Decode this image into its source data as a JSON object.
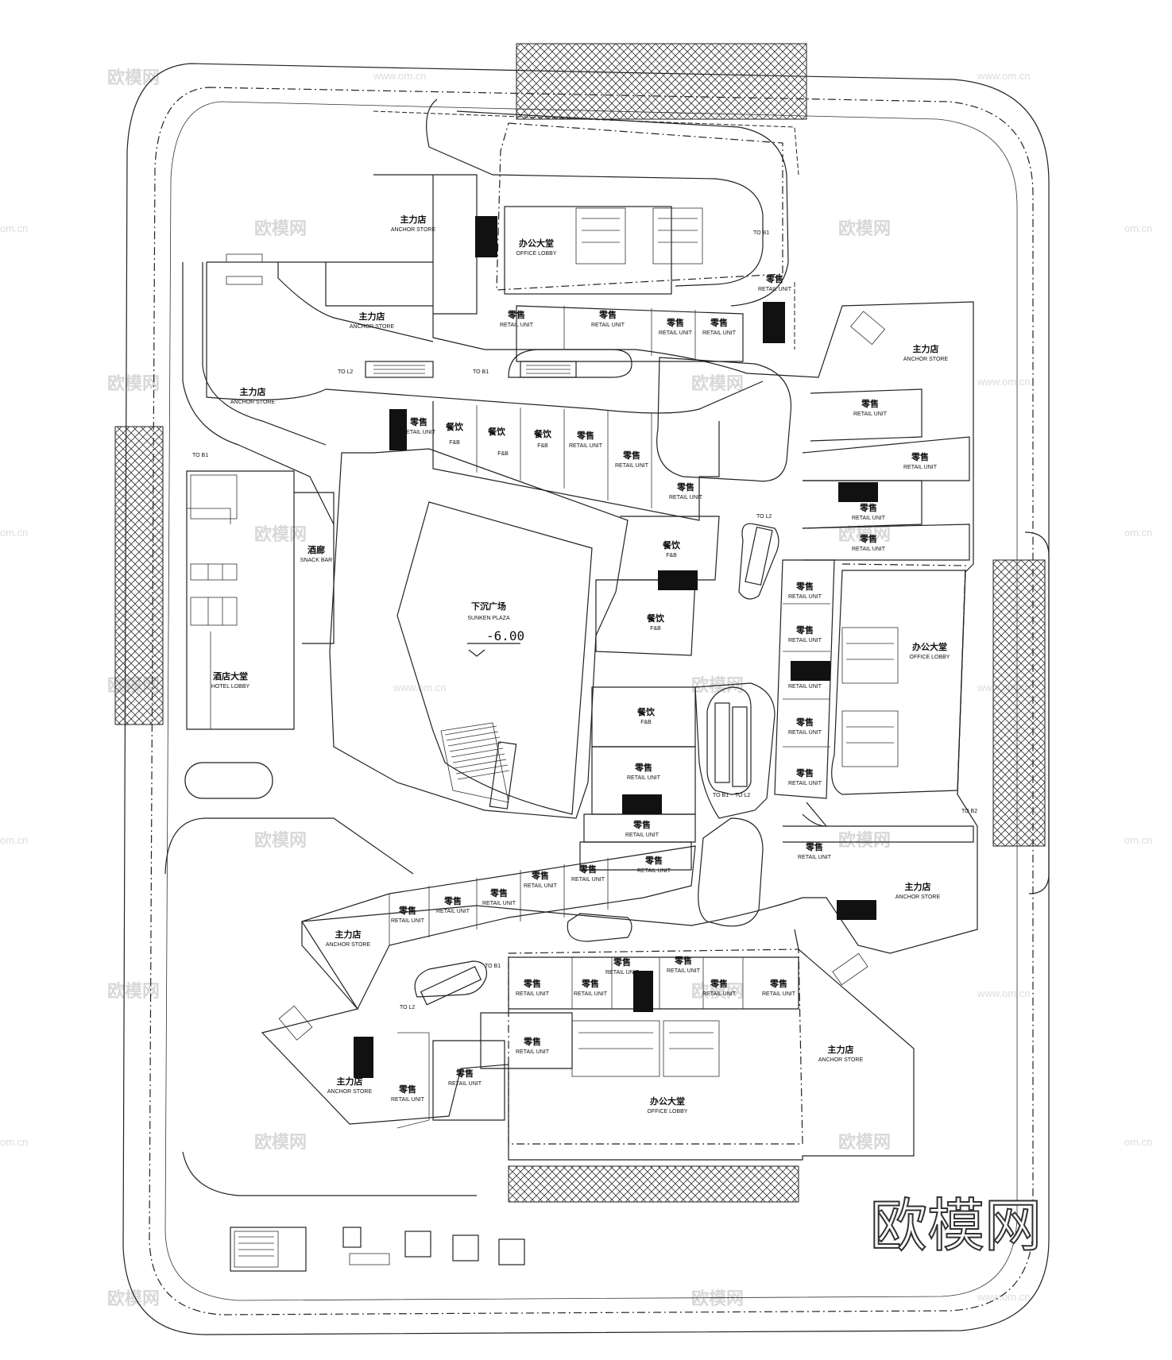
{
  "plan": {
    "sunken_plaza": {
      "cn": "下沉广场",
      "en": "SUNKEN PLAZA",
      "level": "-6.00"
    },
    "zones": [
      {
        "id": "anchor-nw",
        "cn": "主力店",
        "en": "ANCHOR STORE"
      },
      {
        "id": "anchor-n2",
        "cn": "主力店",
        "en": "ANCHOR STORE"
      },
      {
        "id": "anchor-w",
        "cn": "主力店",
        "en": "ANCHOR STORE"
      },
      {
        "id": "anchor-ne",
        "cn": "主力店",
        "en": "ANCHOR STORE"
      },
      {
        "id": "anchor-e",
        "cn": "主力店",
        "en": "ANCHOR STORE"
      },
      {
        "id": "anchor-sw1",
        "cn": "主力店",
        "en": "ANCHOR STORE"
      },
      {
        "id": "anchor-sw2",
        "cn": "主力店",
        "en": "ANCHOR STORE"
      },
      {
        "id": "anchor-se",
        "cn": "主力店",
        "en": "ANCHOR STORE"
      },
      {
        "id": "office-n",
        "cn": "办公大堂",
        "en": "OFFICE LOBBY"
      },
      {
        "id": "office-e",
        "cn": "办公大堂",
        "en": "OFFICE LOBBY"
      },
      {
        "id": "office-s",
        "cn": "办公大堂",
        "en": "OFFICE LOBBY"
      },
      {
        "id": "hotel",
        "cn": "酒店大堂",
        "en": "HOTEL LOBBY"
      },
      {
        "id": "snack",
        "cn": "酒廊",
        "en": "SNACK BAR"
      }
    ],
    "retail": {
      "cn": "零售",
      "en": "RETAIL UNIT"
    },
    "fb": {
      "cn": "餐饮",
      "en": "F&B"
    },
    "tags": {
      "to_l2": "TO L2",
      "to_b1": "TO B1",
      "to_b2": "TO B2"
    }
  },
  "watermark": {
    "brand": "欧模网",
    "url": "www.om.cn",
    "short": "om.cn"
  }
}
